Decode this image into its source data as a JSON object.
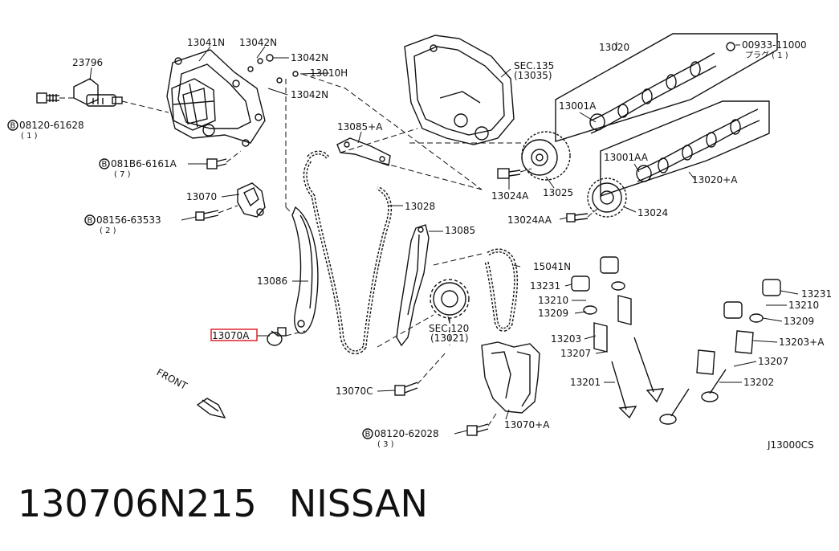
{
  "diagram_code": "J13000CS",
  "front_label": "FRONT",
  "footer": {
    "part_number": "130706N215",
    "brand": "NISSAN"
  },
  "labels": {
    "l23796": "23796",
    "l13041N": "13041N",
    "l13042N_a": "13042N",
    "l13042N_b": "13042N",
    "l13010H": "13010H",
    "l13042N_c": "13042N",
    "lB08120_61628": "08120-61628",
    "lB08120_61628_q": "( 1 )",
    "lB081B6_6161A": "081B6-6161A",
    "lB081B6_6161A_q": "( 7 )",
    "l13070": "13070",
    "lB08156_63533": "08156-63533",
    "lB08156_63533_q": "( 2 )",
    "l13086": "13086",
    "l13070A": "13070A",
    "l13085A": "13085+A",
    "l13028": "13028",
    "l13085": "13085",
    "lSEC120": "SEC.120",
    "lSEC120_sub": "(13021)",
    "l13070C": "13070C",
    "lB08120_62028": "08120-62028",
    "lB08120_62028_q": "( 3 )",
    "l13070pA": "13070+A",
    "lSEC135": "SEC.135",
    "lSEC135_sub": "(13035)",
    "l13024A": "13024A",
    "l13025": "13025",
    "l13024AA": "13024AA",
    "l13024": "13024",
    "l13020": "13020",
    "l00933": "00933-11000",
    "l00933_sub": "プラグ ( 1 )",
    "l13001A": "13001A",
    "l13001AA": "13001AA",
    "l13020A": "13020+A",
    "l15041N": "15041N",
    "l13231_a": "13231",
    "l13210_a": "13210",
    "l13209_a": "13209",
    "l13203": "13203",
    "l13207_a": "13207",
    "l13201": "13201",
    "l13231_b": "13231",
    "l13210_b": "13210",
    "l13209_b": "13209",
    "l13203A": "13203+A",
    "l13207_b": "13207",
    "l13202": "13202"
  },
  "circled_prefix": "B",
  "highlight_color": "#e0202a"
}
